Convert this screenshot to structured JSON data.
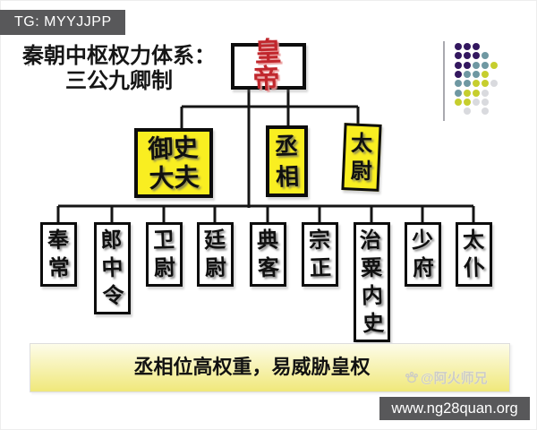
{
  "badges": {
    "tg": "TG: MYYJJPP",
    "site": "www.ng28quan.org"
  },
  "title": {
    "line1": "秦朝中枢权力体系：",
    "line2": "三公九卿制"
  },
  "org": {
    "root": "皇帝",
    "lords": [
      "御史大夫",
      "丞相",
      "太尉"
    ],
    "ministers": [
      "奉常",
      "郎中令",
      "卫尉",
      "廷尉",
      "典客",
      "宗正",
      "治粟内史",
      "少府",
      "太仆"
    ]
  },
  "banner": {
    "text": "丞相位高权重，易威胁皇权"
  },
  "watermark": {
    "text": "@阿火师兄"
  },
  "decoration": {
    "dot_rows": [
      "PPP",
      "PPPT",
      "PPTTY",
      "PTTY",
      "TTYYG",
      "TYYG",
      "YYGG",
      ".G.G"
    ]
  },
  "colors": {
    "emperor_red": "#c1272d",
    "lord_yellow": "#f9ee21",
    "line_black": "#151515",
    "badge_bg": "#58585a",
    "badge_text": "#ffffff",
    "banner_top": "#fdfce9",
    "banner_bottom": "#f0e87a",
    "dot_P": "#33175f",
    "dot_T": "#6f98a2",
    "dot_Y": "#c6ce2e",
    "dot_G": "#d9dade",
    "watermark_gray": "#c9c9c9"
  }
}
